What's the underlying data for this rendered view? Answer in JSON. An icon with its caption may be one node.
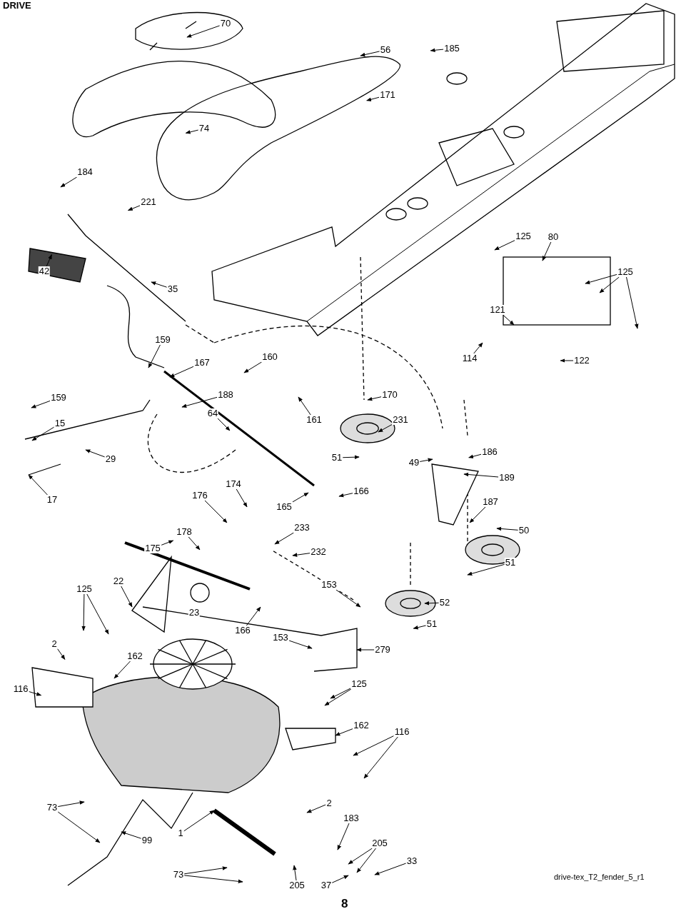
{
  "diagram": {
    "title": "DRIVE",
    "caption": "8",
    "nodes": [
      {
        "text": [
          "70"
        ]
      },
      {
        "text": [
          "56"
        ]
      },
      {
        "text": [
          "185"
        ]
      },
      {
        "text": [
          "171"
        ]
      },
      {
        "text": [
          "74"
        ]
      },
      {
        "text": [
          "184"
        ]
      },
      {
        "text": [
          "221"
        ]
      },
      {
        "text": [
          "125"
        ]
      },
      {
        "text": [
          "80"
        ]
      },
      {
        "text": [
          "125"
        ]
      },
      {
        "text": [
          "42"
        ]
      },
      {
        "text": [
          "35"
        ]
      },
      {
        "text": [
          "121"
        ]
      },
      {
        "text": [
          "159"
        ]
      },
      {
        "text": [
          "167"
        ]
      },
      {
        "text": [
          "160"
        ]
      },
      {
        "text": [
          "114"
        ]
      },
      {
        "text": [
          "122"
        ]
      },
      {
        "text": [
          "188"
        ]
      },
      {
        "text": [
          "170"
        ]
      },
      {
        "text": [
          "159"
        ]
      },
      {
        "text": [
          "64"
        ]
      },
      {
        "text": [
          "161"
        ]
      },
      {
        "text": [
          "231"
        ]
      },
      {
        "text": [
          "15"
        ]
      },
      {
        "text": [
          "186"
        ]
      },
      {
        "text": [
          "51"
        ]
      },
      {
        "text": [
          "29"
        ]
      },
      {
        "text": [
          "49"
        ]
      },
      {
        "text": [
          "189"
        ]
      },
      {
        "text": [
          "17"
        ]
      },
      {
        "text": [
          "176"
        ]
      },
      {
        "text": [
          "174"
        ]
      },
      {
        "text": [
          "165"
        ]
      },
      {
        "text": [
          "166"
        ]
      },
      {
        "text": [
          "187"
        ]
      },
      {
        "text": [
          "233"
        ]
      },
      {
        "text": [
          "50"
        ]
      },
      {
        "text": [
          "178"
        ]
      },
      {
        "text": [
          "232"
        ]
      },
      {
        "text": [
          "175"
        ]
      },
      {
        "text": [
          "51"
        ]
      },
      {
        "text": [
          "22"
        ]
      },
      {
        "text": [
          "153"
        ]
      },
      {
        "text": [
          "23"
        ]
      },
      {
        "text": [
          "52"
        ]
      },
      {
        "text": [
          "166"
        ]
      },
      {
        "text": [
          "51"
        ]
      },
      {
        "text": [
          "125"
        ]
      },
      {
        "text": [
          "2"
        ]
      },
      {
        "text": [
          "153"
        ]
      },
      {
        "text": [
          "279"
        ]
      },
      {
        "text": [
          "162"
        ]
      },
      {
        "text": [
          "116"
        ]
      },
      {
        "text": [
          "125"
        ]
      },
      {
        "text": [
          "162"
        ]
      },
      {
        "text": [
          "116"
        ]
      },
      {
        "text": [
          "2"
        ]
      },
      {
        "text": [
          "73"
        ]
      },
      {
        "text": [
          "183"
        ]
      },
      {
        "text": [
          "205"
        ]
      },
      {
        "text": [
          "99"
        ]
      },
      {
        "text": [
          "1"
        ]
      },
      {
        "text": [
          "33"
        ]
      },
      {
        "text": [
          "205"
        ]
      },
      {
        "text": [
          "37"
        ]
      },
      {
        "text": [
          "73"
        ]
      }
    ],
    "edges": [
      {
        "from": 0,
        "to": null,
        "arrow": "to"
      },
      {
        "from": 1,
        "to": null,
        "arrow": "to"
      },
      {
        "from": 2,
        "to": null,
        "arrow": "to"
      },
      {
        "from": 3,
        "to": null,
        "arrow": "to"
      },
      {
        "from": 4,
        "to": null,
        "arrow": "to"
      },
      {
        "from": 5,
        "to": null,
        "arrow": "to"
      },
      {
        "from": 6,
        "to": null,
        "arrow": "to"
      },
      {
        "from": 7,
        "to": null,
        "arrow": "to"
      },
      {
        "from": 8,
        "to": null,
        "arrow": "to"
      },
      {
        "from": 9,
        "to": null,
        "arrow": "to"
      },
      {
        "from": 9,
        "to": null,
        "arrow": "to"
      },
      {
        "from": 9,
        "to": null,
        "arrow": "to"
      },
      {
        "from": 10,
        "to": null,
        "arrow": "to"
      },
      {
        "from": 11,
        "to": null,
        "arrow": "to"
      },
      {
        "from": 12,
        "to": null,
        "arrow": "to"
      },
      {
        "from": 13,
        "to": null,
        "arrow": "to"
      },
      {
        "from": 14,
        "to": null,
        "arrow": "to"
      },
      {
        "from": 15,
        "to": null,
        "arrow": "to"
      },
      {
        "from": 16,
        "to": null,
        "arrow": "to"
      },
      {
        "from": 17,
        "to": null,
        "arrow": "to"
      },
      {
        "from": 18,
        "to": null,
        "arrow": "to"
      },
      {
        "from": 19,
        "to": null,
        "arrow": "to"
      },
      {
        "from": 20,
        "to": null,
        "arrow": "to"
      },
      {
        "from": 21,
        "to": null,
        "arrow": "to"
      },
      {
        "from": 22,
        "to": null,
        "arrow": "to"
      },
      {
        "from": 23,
        "to": null,
        "arrow": "to"
      },
      {
        "from": 24,
        "to": null,
        "arrow": "to"
      },
      {
        "from": 25,
        "to": null,
        "arrow": "to"
      },
      {
        "from": 26,
        "to": null,
        "arrow": "to"
      },
      {
        "from": 27,
        "to": null,
        "arrow": "to"
      },
      {
        "from": 28,
        "to": null,
        "arrow": "to"
      },
      {
        "from": 29,
        "to": null,
        "arrow": "to"
      },
      {
        "from": 30,
        "to": null,
        "arrow": "to"
      },
      {
        "from": 31,
        "to": null,
        "arrow": "to"
      },
      {
        "from": 32,
        "to": null,
        "arrow": "to"
      },
      {
        "from": 33,
        "to": null,
        "arrow": "to"
      },
      {
        "from": 34,
        "to": null,
        "arrow": "to"
      },
      {
        "from": 35,
        "to": null,
        "arrow": "to"
      },
      {
        "from": 36,
        "to": null,
        "arrow": "to"
      },
      {
        "from": 37,
        "to": null,
        "arrow": "to"
      },
      {
        "from": 38,
        "to": null,
        "arrow": "to"
      },
      {
        "from": 39,
        "to": null,
        "arrow": "to"
      },
      {
        "from": 40,
        "to": null,
        "arrow": "to"
      },
      {
        "from": 41,
        "to": null,
        "arrow": "to"
      },
      {
        "from": 42,
        "to": null,
        "arrow": "to"
      },
      {
        "from": 43,
        "to": null,
        "arrow": "to"
      },
      {
        "from": 45,
        "to": null,
        "arrow": "to"
      },
      {
        "from": 46,
        "to": null,
        "arrow": "to"
      },
      {
        "from": 47,
        "to": null,
        "arrow": "to"
      },
      {
        "from": 48,
        "to": null,
        "arrow": "to"
      },
      {
        "from": 48,
        "to": null,
        "arrow": "to"
      },
      {
        "from": 49,
        "to": null,
        "arrow": "to"
      },
      {
        "from": 50,
        "to": null,
        "arrow": "to"
      },
      {
        "from": 51,
        "to": null,
        "arrow": "to"
      },
      {
        "from": 52,
        "to": null,
        "arrow": "to"
      },
      {
        "from": 53,
        "to": null,
        "arrow": "to"
      },
      {
        "from": 54,
        "to": null,
        "arrow": "to"
      },
      {
        "from": 54,
        "to": null,
        "arrow": "to"
      },
      {
        "from": 55,
        "to": null,
        "arrow": "to"
      },
      {
        "from": 56,
        "to": null,
        "arrow": "to"
      },
      {
        "from": 56,
        "to": null,
        "arrow": "to"
      },
      {
        "from": 57,
        "to": null,
        "arrow": "to"
      },
      {
        "from": 58,
        "to": null,
        "arrow": "to"
      },
      {
        "from": 58,
        "to": null,
        "arrow": "to"
      },
      {
        "from": 59,
        "to": null,
        "arrow": "to"
      },
      {
        "from": 60,
        "to": null,
        "arrow": "to"
      },
      {
        "from": 60,
        "to": null,
        "arrow": "to"
      },
      {
        "from": 61,
        "to": null,
        "arrow": "to"
      },
      {
        "from": 62,
        "to": null,
        "arrow": "to"
      },
      {
        "from": 63,
        "to": null,
        "arrow": "to"
      },
      {
        "from": 64,
        "to": null,
        "arrow": "to"
      },
      {
        "from": 65,
        "to": null,
        "arrow": "to"
      },
      {
        "from": 66,
        "to": null,
        "arrow": "to"
      },
      {
        "from": 66,
        "to": null,
        "arrow": "to"
      }
    ],
    "labels": [
      "drive-tex_T2_fender_5_r1"
    ]
  }
}
